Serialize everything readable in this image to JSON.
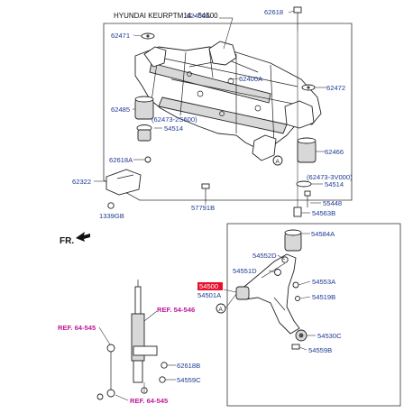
{
  "title": "HYUNDAI KEURPTM14 - 54500",
  "direction_label": "FR.",
  "callout": "A",
  "highlight_part": "54500",
  "labels": {
    "p62400A_top": "62400A",
    "p62618_top": "62618",
    "p62471": "62471",
    "p62400A_mid": "62400A",
    "p62472": "62472",
    "p62485": "62485",
    "p62473_2S600": "(62473-2S600)",
    "p54514_left": "54514",
    "p62466": "62466",
    "p62618A": "62618A",
    "p62473_3V000": "(62473-3V000)",
    "p54514_right": "54514",
    "p62322": "62322",
    "p57791B": "57791B",
    "p55448": "55448",
    "p54563B": "54563B",
    "p1339GB": "1339GB",
    "p54584A": "54584A",
    "p54552D": "54552D",
    "p54551D": "54551D",
    "p54553A": "54553A",
    "p54500": "54500",
    "p54501A": "54501A",
    "p54519B": "54519B",
    "p54530C": "54530C",
    "p54559B": "54559B",
    "p62618B": "62618B",
    "p54559C": "54559C"
  },
  "refs": {
    "ref_546": "REF. 54-546",
    "ref_545_top": "REF. 64-545",
    "ref_545_bottom": "REF. 64-545"
  }
}
